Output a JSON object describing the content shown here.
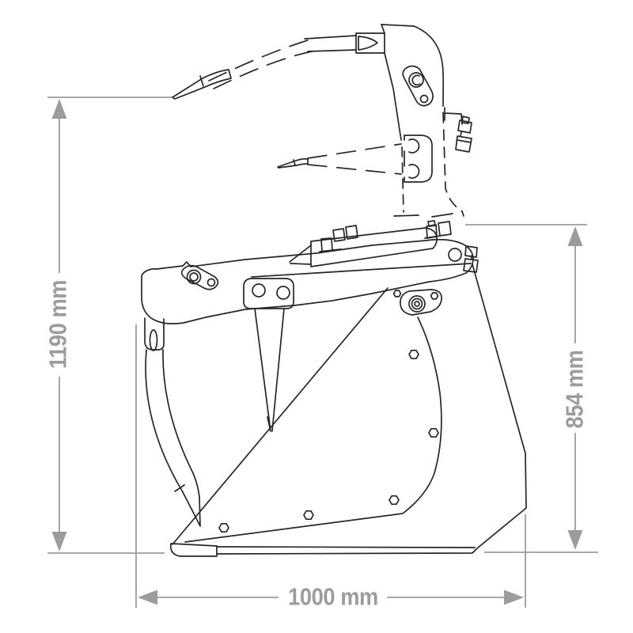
{
  "drawing": {
    "description": "Technical side-view line drawing of a silage grab bucket with hydraulic grapple, shown with phantom (dashed) open tine positions and three dimension callouts",
    "colors": {
      "background": "#ffffff",
      "outline": "#262626",
      "dimension": "#9c9c9c"
    },
    "dimension_labels": {
      "overall_height": "1190 mm",
      "rear_height": "854 mm",
      "bottom_width": "1000 mm"
    }
  }
}
